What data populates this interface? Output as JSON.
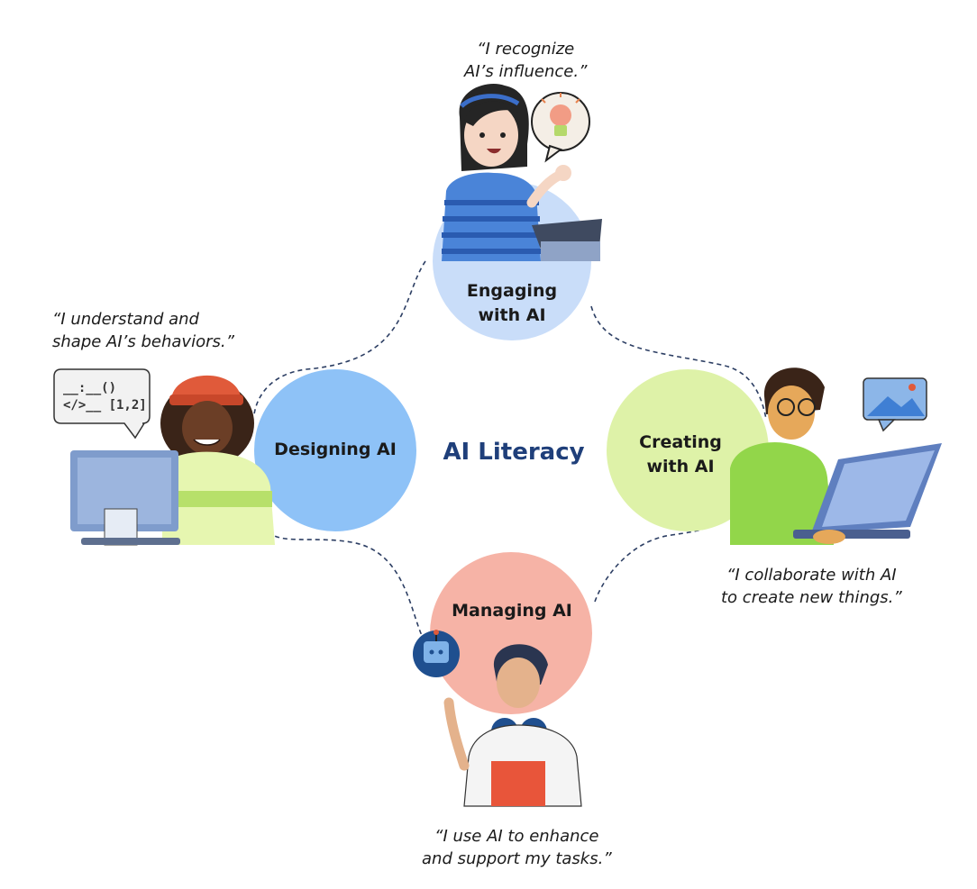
{
  "title": "AI Literacy",
  "domains": {
    "engaging": {
      "line1": "Engaging",
      "line2": "with AI",
      "color": "#c9ddf9",
      "quote1": "“I recognize",
      "quote2": "AI’s influence.”"
    },
    "designing": {
      "label": "Designing AI",
      "color": "#8ec2f7",
      "quote1": "“I understand and",
      "quote2": "shape AI’s behaviors.”"
    },
    "creating": {
      "line1": "Creating",
      "line2": "with AI",
      "color": "#def2a8",
      "quote1": "“I collaborate with AI",
      "quote2": "to create new things.”"
    },
    "managing": {
      "label": "Managing AI",
      "color": "#f6b3a6",
      "quote1": "“I use AI to enhance",
      "quote2": "and support my tasks.”"
    }
  },
  "code_bubble": {
    "line1": "__:__()",
    "line2": "</>__ [1,2]"
  },
  "colors": {
    "title": "#1f3f7a",
    "dash": "#2c3e63"
  }
}
